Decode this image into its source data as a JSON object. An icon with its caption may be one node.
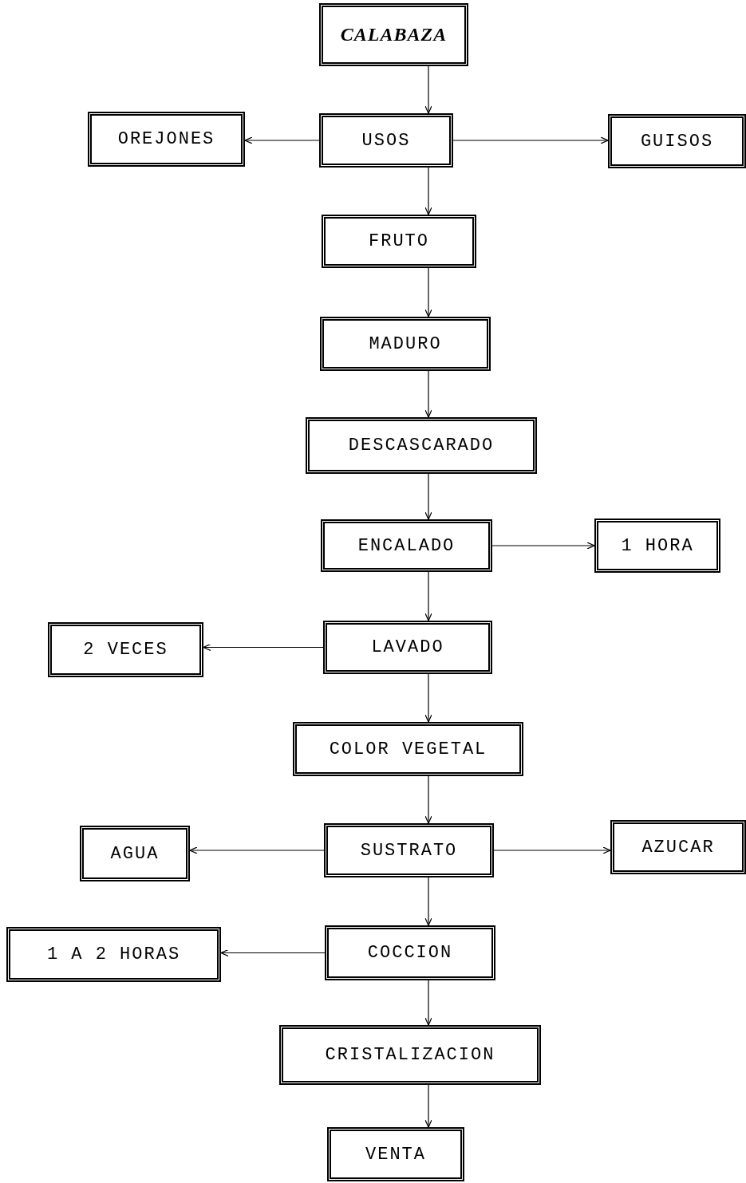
{
  "diagram": {
    "nodes": [
      {
        "text": [
          "CALABAZA"
        ]
      },
      {
        "text": [
          "USOS"
        ]
      },
      {
        "text": [
          "OREJONES"
        ]
      },
      {
        "text": [
          "GUISOS"
        ]
      },
      {
        "text": [
          "FRUTO"
        ]
      },
      {
        "text": [
          "MADURO"
        ]
      },
      {
        "text": [
          "DESCASCARADO"
        ]
      },
      {
        "text": [
          "ENCALADO"
        ]
      },
      {
        "text": [
          "1 HORA"
        ]
      },
      {
        "text": [
          "LAVADO"
        ]
      },
      {
        "text": [
          "2 VECES"
        ]
      },
      {
        "text": [
          "COLOR VEGETAL"
        ]
      },
      {
        "text": [
          "SUSTRATO"
        ]
      },
      {
        "text": [
          "AGUA"
        ]
      },
      {
        "text": [
          "AZUCAR"
        ]
      },
      {
        "text": [
          "COCCION"
        ]
      },
      {
        "text": [
          "1 A 2 HORAS"
        ]
      },
      {
        "text": [
          "CRISTALIZACION"
        ]
      },
      {
        "text": [
          "VENTA"
        ]
      }
    ],
    "edges": [
      {
        "from": 0,
        "to": 1,
        "arrow": "to"
      },
      {
        "from": 1,
        "to": 2,
        "arrow": "to"
      },
      {
        "from": 1,
        "to": 3,
        "arrow": "to"
      },
      {
        "from": 1,
        "to": 4,
        "arrow": "to"
      },
      {
        "from": 4,
        "to": 5,
        "arrow": "to"
      },
      {
        "from": 5,
        "to": 6,
        "arrow": "to"
      },
      {
        "from": 6,
        "to": 7,
        "arrow": "to"
      },
      {
        "from": 7,
        "to": 8,
        "arrow": "to"
      },
      {
        "from": 7,
        "to": 9,
        "arrow": "to"
      },
      {
        "from": 9,
        "to": 10,
        "arrow": "to"
      },
      {
        "from": 9,
        "to": 11,
        "arrow": "to"
      },
      {
        "from": 11,
        "to": 12,
        "arrow": "to"
      },
      {
        "from": 12,
        "to": 13,
        "arrow": "to"
      },
      {
        "from": 12,
        "to": 14,
        "arrow": "to"
      },
      {
        "from": 12,
        "to": 15,
        "arrow": "to"
      },
      {
        "from": 15,
        "to": 16,
        "arrow": "to"
      },
      {
        "from": 15,
        "to": 17,
        "arrow": "to"
      },
      {
        "from": 17,
        "to": 18,
        "arrow": "to"
      }
    ]
  }
}
